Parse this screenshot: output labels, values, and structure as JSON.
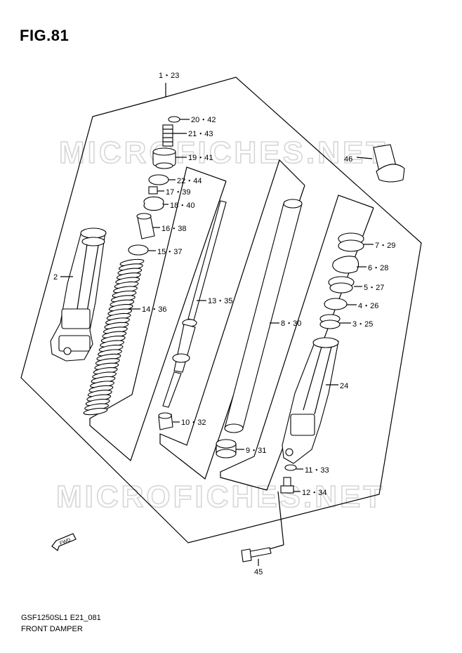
{
  "figure": {
    "title": "FIG.81"
  },
  "footer": {
    "code": "GSF1250SL1 E21_081",
    "name": "FRONT DAMPER"
  },
  "watermark": "MICROFICHES.NET",
  "callouts": [
    {
      "id": "p1_23",
      "text": "1・23"
    },
    {
      "id": "p20_42",
      "text": "20・42"
    },
    {
      "id": "p21_43",
      "text": "21・43"
    },
    {
      "id": "p19_41",
      "text": "19・41"
    },
    {
      "id": "p22_44",
      "text": "22・44"
    },
    {
      "id": "p17_39",
      "text": "17・39"
    },
    {
      "id": "p18_40",
      "text": "18・40"
    },
    {
      "id": "p16_38",
      "text": "16・38"
    },
    {
      "id": "p15_37",
      "text": "15・37"
    },
    {
      "id": "p2",
      "text": "2"
    },
    {
      "id": "p14_36",
      "text": "14・36"
    },
    {
      "id": "p13_35",
      "text": "13・35"
    },
    {
      "id": "p10_32",
      "text": "10・32"
    },
    {
      "id": "p8_30",
      "text": "8・30"
    },
    {
      "id": "p9_31",
      "text": "9・31"
    },
    {
      "id": "p46",
      "text": "46"
    },
    {
      "id": "p7_29",
      "text": "7・29"
    },
    {
      "id": "p6_28",
      "text": "6・28"
    },
    {
      "id": "p5_27",
      "text": "5・27"
    },
    {
      "id": "p4_26",
      "text": "4・26"
    },
    {
      "id": "p3_25",
      "text": "3・25"
    },
    {
      "id": "p24",
      "text": "24"
    },
    {
      "id": "p11_33",
      "text": "11・33"
    },
    {
      "id": "p12_34",
      "text": "12・34"
    },
    {
      "id": "p45",
      "text": "45"
    }
  ],
  "fwd_label": "FWD"
}
